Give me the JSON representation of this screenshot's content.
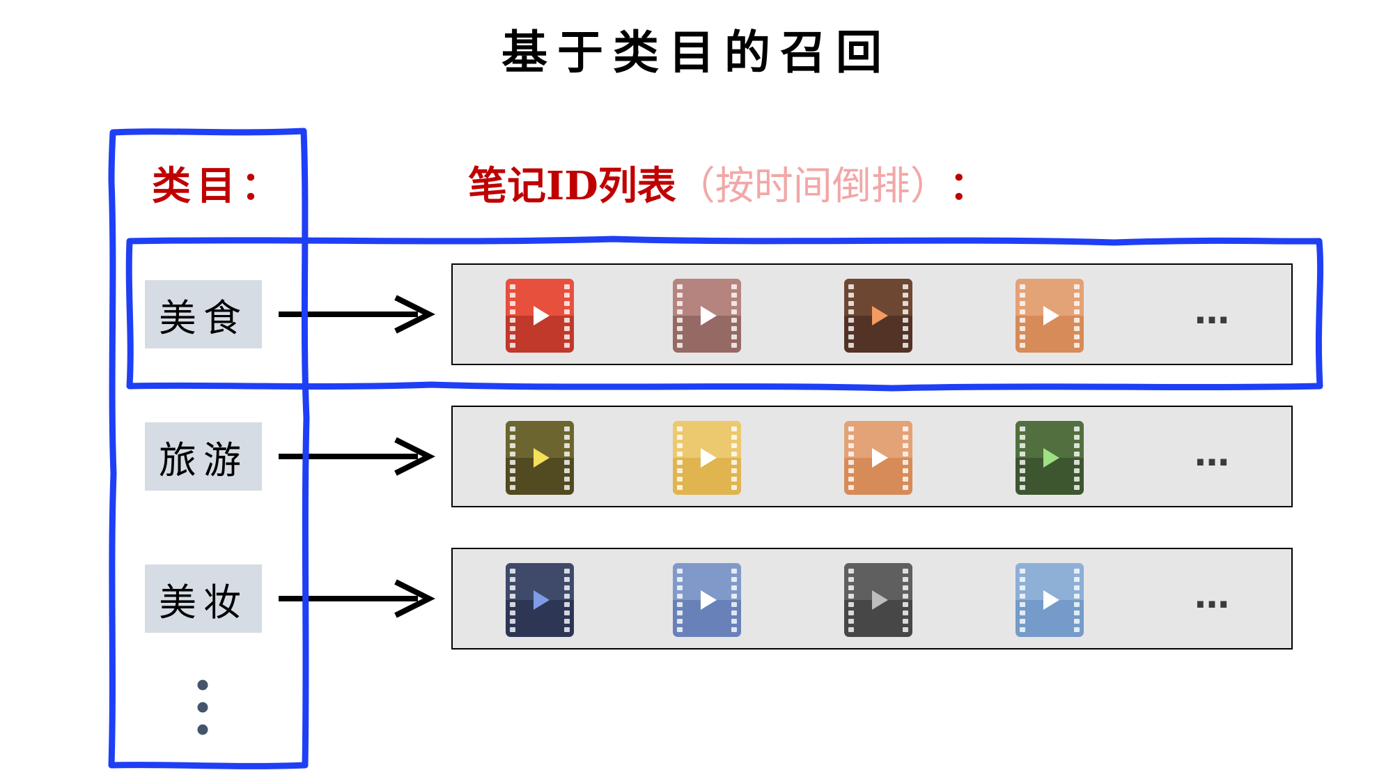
{
  "title": "基于类目的召回",
  "headers": {
    "category": "类目：",
    "list_main": "笔记ID列表",
    "list_note": "（按时间倒排）",
    "list_colon": "："
  },
  "rows": [
    {
      "category": "美食",
      "notes": [
        {
          "icon": "video-icon",
          "light": "#e8503e",
          "dark": "#c0392b",
          "play": "#ffffff"
        },
        {
          "icon": "video-icon",
          "light": "#b5847e",
          "dark": "#966a64",
          "play": "#ffffff"
        },
        {
          "icon": "video-icon",
          "light": "#6e4733",
          "dark": "#533325",
          "play": "#f29b63"
        },
        {
          "icon": "video-icon",
          "light": "#e4a277",
          "dark": "#d78b58",
          "play": "#ffffff"
        }
      ],
      "more": "…"
    },
    {
      "category": "旅游",
      "notes": [
        {
          "icon": "video-icon",
          "light": "#6c6530",
          "dark": "#524a20",
          "play": "#f3e05b"
        },
        {
          "icon": "video-icon",
          "light": "#ecc86f",
          "dark": "#e0b44f",
          "play": "#ffffff"
        },
        {
          "icon": "video-icon",
          "light": "#e4a277",
          "dark": "#d78b58",
          "play": "#ffffff"
        },
        {
          "icon": "video-icon",
          "light": "#52703f",
          "dark": "#3d5630",
          "play": "#9fe083"
        }
      ],
      "more": "…"
    },
    {
      "category": "美妆",
      "notes": [
        {
          "icon": "video-icon",
          "light": "#3f4a6b",
          "dark": "#2d3654",
          "play": "#7e9be6"
        },
        {
          "icon": "video-icon",
          "light": "#8199c9",
          "dark": "#6882b9",
          "play": "#ffffff"
        },
        {
          "icon": "video-icon",
          "light": "#5f5f5f",
          "dark": "#474747",
          "play": "#bdbdbd"
        },
        {
          "icon": "video-icon",
          "light": "#8eafd6",
          "dark": "#749bc9",
          "play": "#ffffff"
        }
      ],
      "more": "…"
    }
  ],
  "colors": {
    "header_red": "#c00000",
    "header_pink": "#f2a7a7",
    "category_fill": "#d6dce4",
    "strip_fill": "#e7e6e6",
    "highlight_blue": "#1f3ff5"
  }
}
